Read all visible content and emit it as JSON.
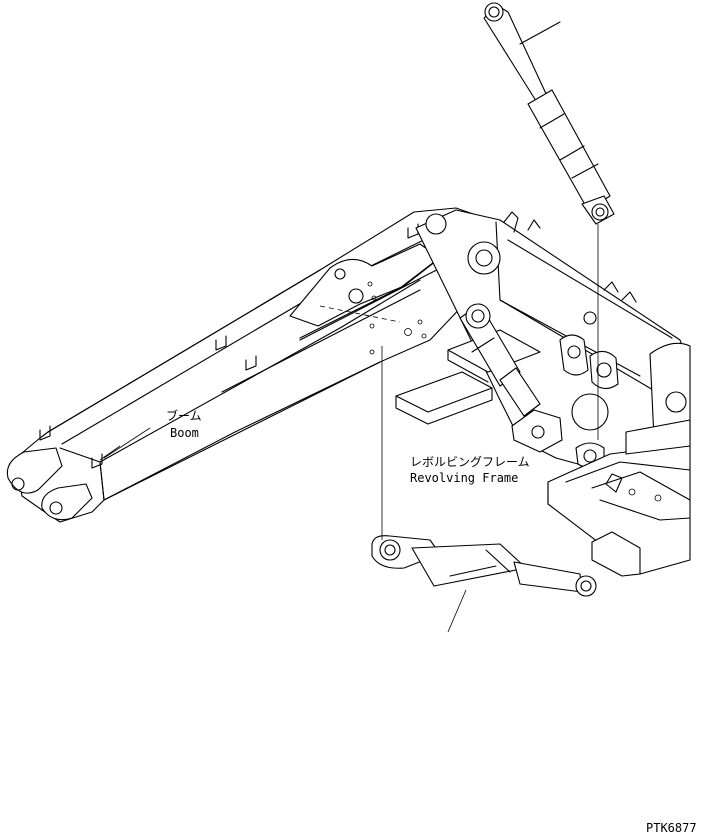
{
  "labels": {
    "boom_jp": "ブーム",
    "boom_en": "Boom",
    "frame_jp": "レボルビングフレーム",
    "frame_en": "Revolving Frame",
    "drawing_id": "PTK6877"
  }
}
